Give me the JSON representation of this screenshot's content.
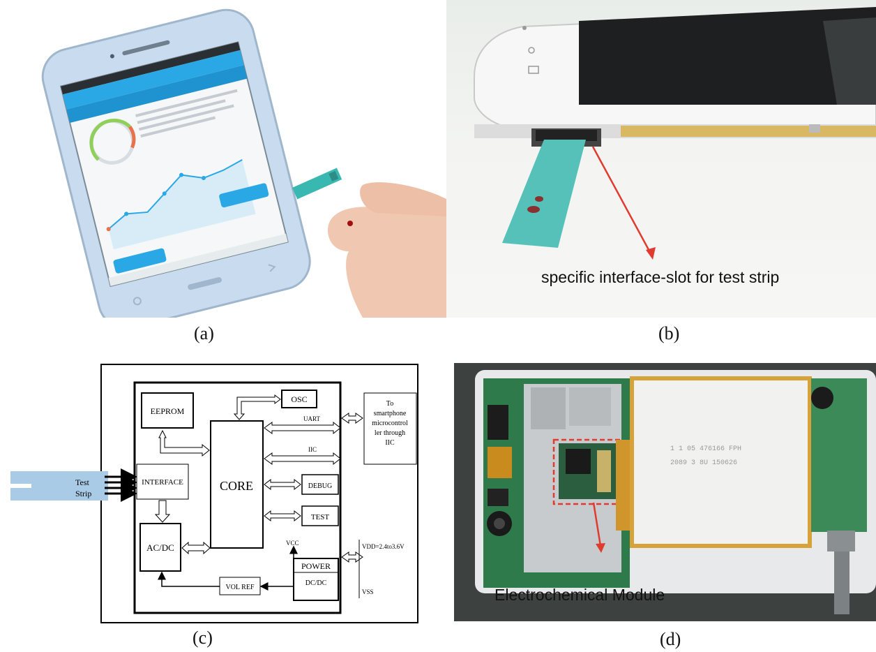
{
  "captions": {
    "a": "(a)",
    "b": "(b)",
    "c": "(c)",
    "d": "(d)"
  },
  "panel_b": {
    "annotation": "specific interface-slot for test strip"
  },
  "panel_d": {
    "annotation": "Electrochemical Module",
    "battery_text_1": "1 1 05 476166 FPH",
    "battery_text_2": "2089 3 8U 150626"
  },
  "block_diagram": {
    "test_strip_line1": "Test",
    "test_strip_line2": "Strip",
    "interface": "INTERFACE",
    "eeprom": "EEPROM",
    "osc": "OSC",
    "core": "CORE",
    "debug": "DEBUG",
    "test": "TEST",
    "acdc": "AC/DC",
    "power": "POWER",
    "dcdc": "DC/DC",
    "volref": "VOL REF",
    "vcc": "VCC",
    "uart": "UART",
    "iic": "IIC",
    "vdd": "VDD=2.4to3.6V",
    "vss": "VSS",
    "to_phone_1": "To",
    "to_phone_2": "smartphone",
    "to_phone_3": "microcontrol",
    "to_phone_4": "ler through",
    "to_phone_5": "IIC"
  },
  "colors": {
    "phone_body": "#c9dcef",
    "app_blue": "#2aa8e6",
    "strip_teal": "#38b8b0",
    "pcb_green": "#2f7a4a",
    "annotation_red": "#e03b2f"
  }
}
